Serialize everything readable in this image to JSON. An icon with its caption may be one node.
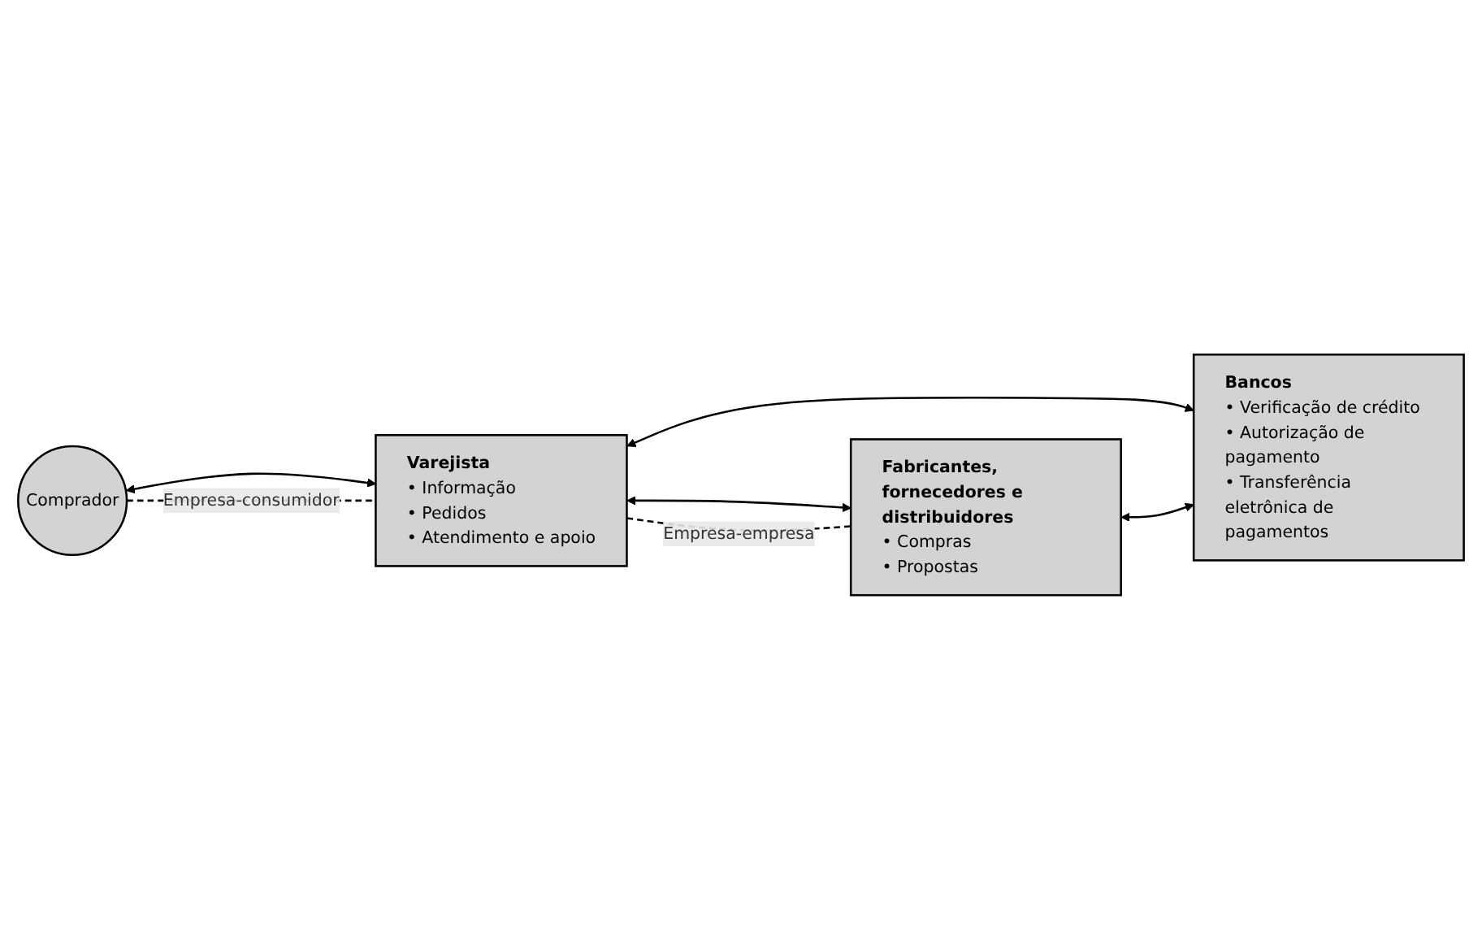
{
  "diagram": {
    "nodes": [
      {
        "text": [
          "Comprador"
        ]
      },
      {
        "text": [
          "Varejista",
          "• Informação",
          "• Pedidos",
          "• Atendimento e apoio"
        ]
      },
      {
        "text": [
          "Fabricantes, fornecedores e distribuidores",
          "• Compras",
          "• Propostas"
        ]
      },
      {
        "text": [
          "Bancos",
          "• Verificação de crédito",
          "• Autorização de pagamento",
          "• Transferência eletrônica de pagamentos"
        ]
      }
    ],
    "edges": [
      {
        "from": 0,
        "to": 1,
        "arrow": "both"
      },
      {
        "from": 1,
        "to": 2,
        "arrow": "both"
      },
      {
        "from": 1,
        "to": 3,
        "arrow": "both"
      },
      {
        "from": 2,
        "to": 3,
        "arrow": "both"
      },
      {
        "from": 0,
        "to": 1,
        "arrow": "none",
        "style": "dashed",
        "label": "Empresa-consumidor"
      },
      {
        "from": 1,
        "to": 2,
        "arrow": "none",
        "style": "dashed",
        "label": "Empresa-empresa"
      }
    ]
  }
}
